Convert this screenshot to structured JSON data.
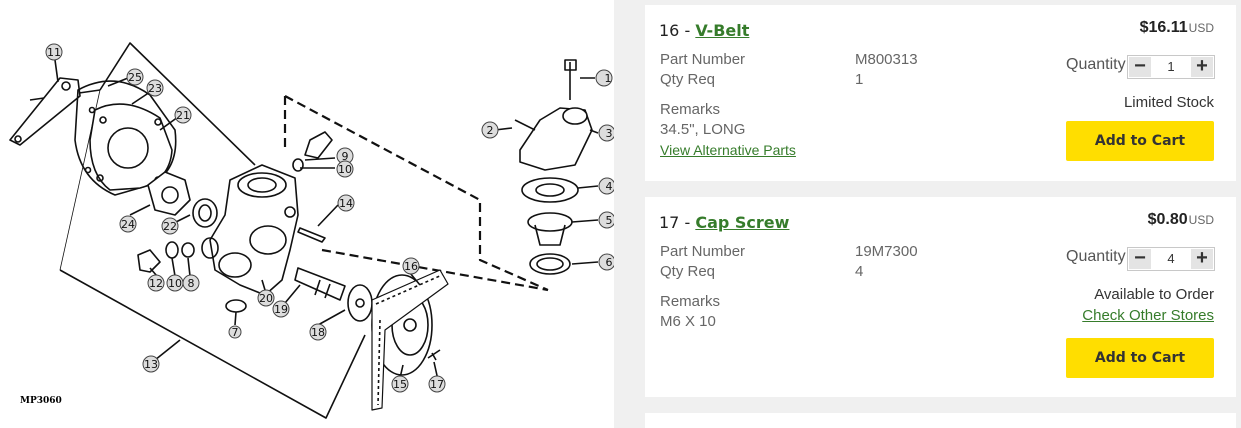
{
  "diagram": {
    "code": "MP3060",
    "callouts": [
      "11",
      "25",
      "23",
      "21",
      "24",
      "22",
      "12",
      "10",
      "8",
      "7",
      "20",
      "19",
      "18",
      "13",
      "9",
      "10",
      "14",
      "16",
      "15",
      "17",
      "1",
      "2",
      "3",
      "4",
      "5",
      "6"
    ]
  },
  "parts": [
    {
      "number": "16",
      "separator": "-",
      "name": "V-Belt",
      "price": "$16.11",
      "currency": "USD",
      "part_number_label": "Part Number",
      "part_number": "M800313",
      "qty_req_label": "Qty Req",
      "qty_req": "1",
      "remarks_label": "Remarks",
      "remarks": "34.5\", LONG",
      "alt_parts_link": "View Alternative Parts",
      "quantity_label": "Quantity",
      "quantity": "1",
      "stock": "Limited Stock",
      "cart_label": "Add to Cart"
    },
    {
      "number": "17",
      "separator": "-",
      "name": "Cap Screw",
      "price": "$0.80",
      "currency": "USD",
      "part_number_label": "Part Number",
      "part_number": "19M7300",
      "qty_req_label": "Qty Req",
      "qty_req": "4",
      "remarks_label": "Remarks",
      "remarks": "M6 X 10",
      "quantity_label": "Quantity",
      "quantity": "4",
      "stock": "Available to Order",
      "stores_link": "Check Other Stores",
      "cart_label": "Add to Cart"
    }
  ],
  "stepper": {
    "minus_icon": "minus-icon",
    "plus_icon": "plus-icon"
  },
  "colors": {
    "link": "#367c2b",
    "button": "#ffde00",
    "panel_bg": "#f0f0f0"
  }
}
